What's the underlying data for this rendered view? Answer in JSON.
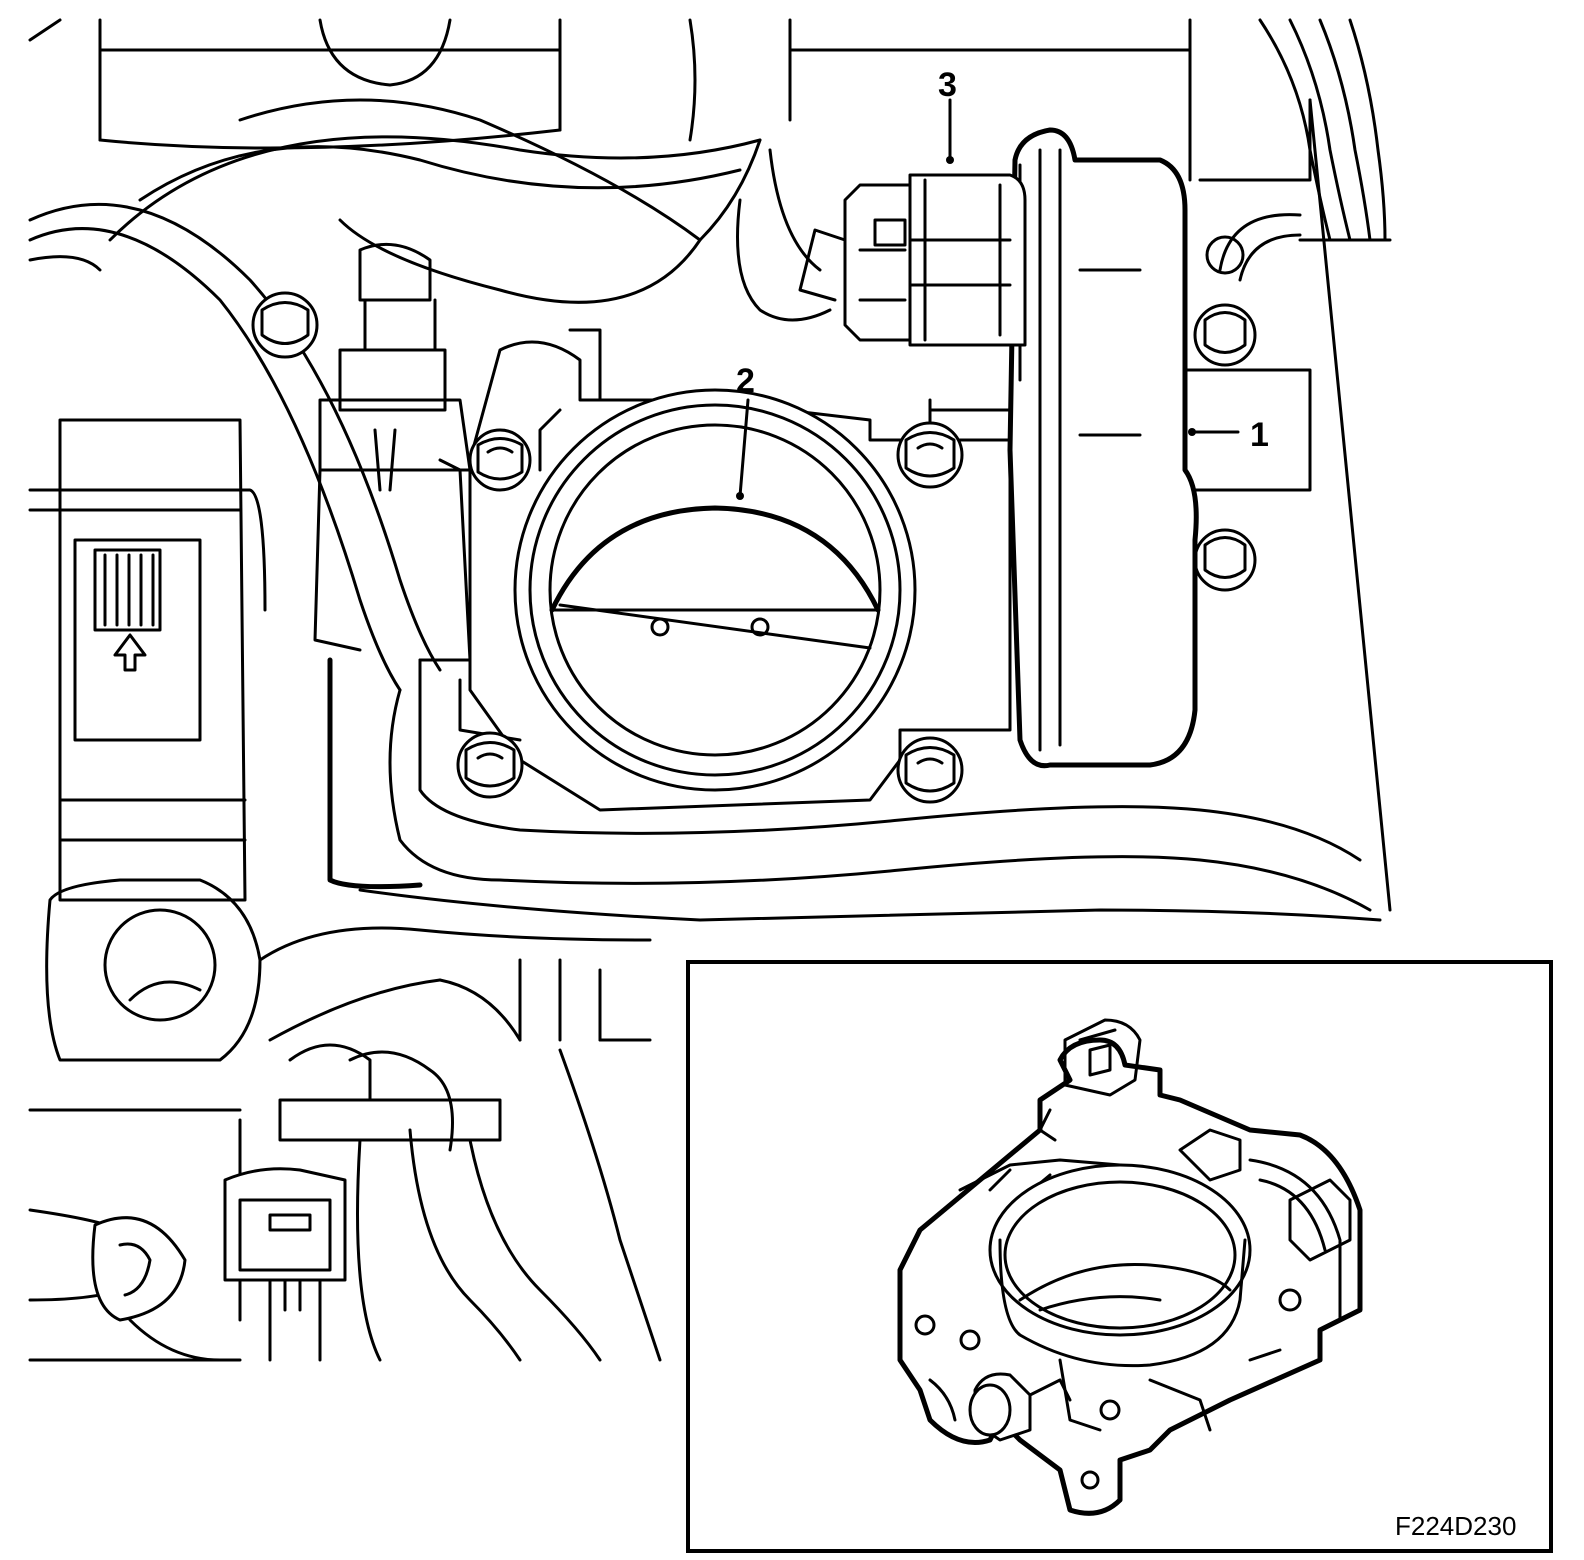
{
  "callouts": [
    {
      "id": "1",
      "label": "1"
    },
    {
      "id": "2",
      "label": "2"
    },
    {
      "id": "3",
      "label": "3"
    }
  ],
  "figure_id": "F224D230",
  "colors": {
    "line": "#000000",
    "background": "#ffffff"
  }
}
